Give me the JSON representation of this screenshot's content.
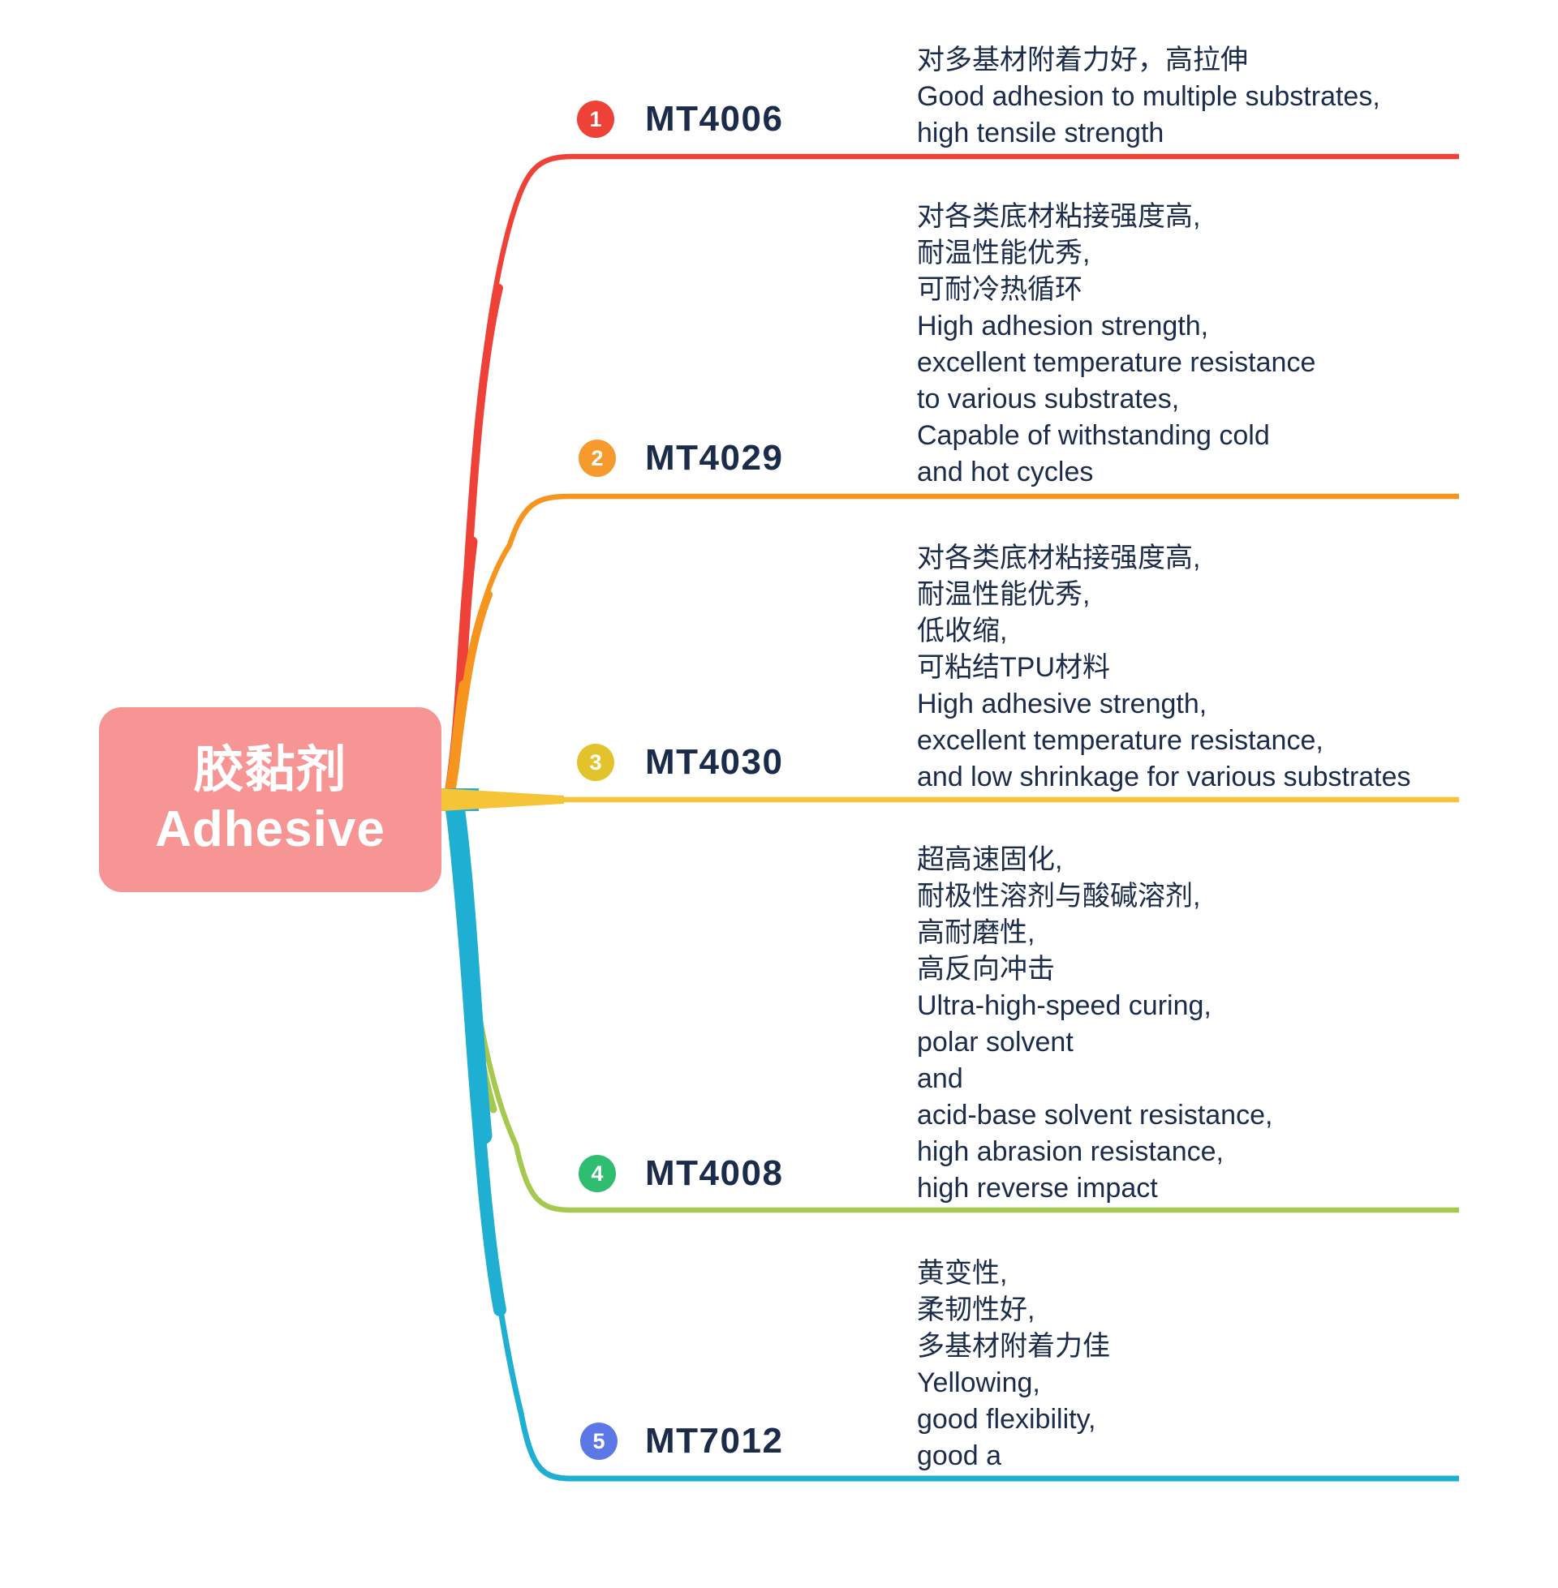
{
  "diagram": {
    "root": {
      "title_line1": "胶黏剂",
      "title_line2": "Adhesive",
      "bg_color": "#F79494"
    },
    "text_color": "#1B2B4A",
    "branches": [
      {
        "number": "1",
        "label": "MT4006",
        "badge_color": "#EE4137",
        "line_color": "#EE4137",
        "description": "对多基材附着力好，高拉伸\nGood adhesion to multiple substrates,\nhigh tensile strength"
      },
      {
        "number": "2",
        "label": "MT4029",
        "badge_color": "#F79A2E",
        "line_color": "#F7941E",
        "description": "对各类底材粘接强度高,\n耐温性能优秀,\n可耐冷热循环\nHigh adhesion strength,\nexcellent temperature resistance\nto various substrates,\nCapable of withstanding cold\nand hot cycles"
      },
      {
        "number": "3",
        "label": "MT4030",
        "badge_color": "#E3C32C",
        "line_color": "#F6C437",
        "description": "对各类底材粘接强度高,\n耐温性能优秀,\n低收缩,\n可粘结TPU材料\nHigh adhesive strength,\nexcellent temperature resistance,\nand low shrinkage for various substrates"
      },
      {
        "number": "4",
        "label": "MT4008",
        "badge_color": "#2FBE71",
        "line_color": "#A5C94F",
        "description": "超高速固化,\n耐极性溶剂与酸碱溶剂,\n高耐磨性,\n高反向冲击\nUltra-high-speed curing,\npolar solvent\nand\nacid-base solvent resistance,\nhigh abrasion resistance,\nhigh reverse impact"
      },
      {
        "number": "5",
        "label": "MT7012",
        "badge_color": "#5C78E6",
        "line_color": "#1FAFD3",
        "description": "黄变性,\n柔韧性好,\n多基材附着力佳\nYellowing,\ngood flexibility,\ngood a"
      }
    ]
  }
}
